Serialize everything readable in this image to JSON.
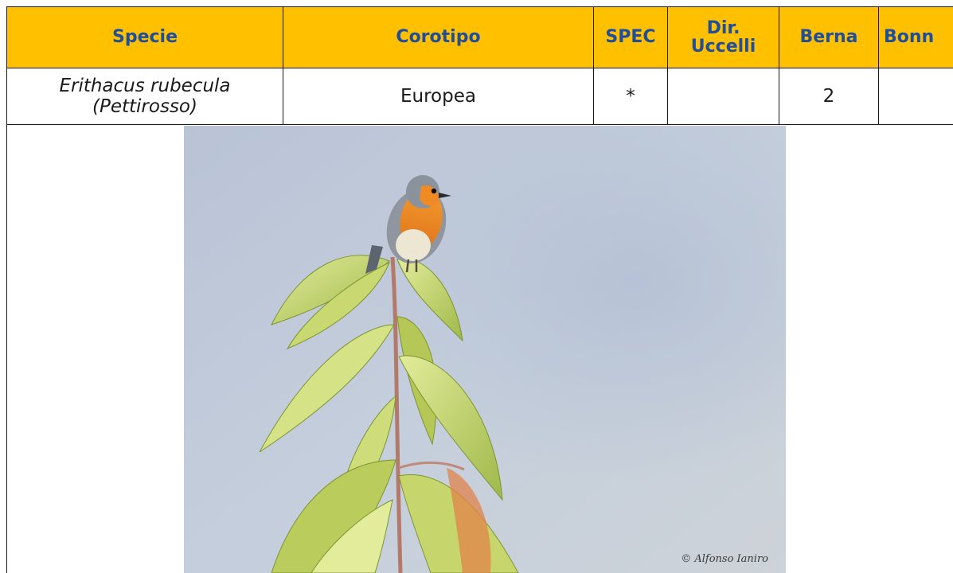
{
  "table": {
    "headers": {
      "specie": "Specie",
      "corotipo": "Corotipo",
      "spec": "SPEC",
      "dir_uccelli_line1": "Dir.",
      "dir_uccelli_line2": "Uccelli",
      "berna": "Berna",
      "bonn": "Bonn"
    },
    "row": {
      "scientific_name": "Erithacus rubecula",
      "common_name": "(Pettirosso)",
      "corotipo": "Europea",
      "spec": "*",
      "dir_uccelli": "",
      "berna": "2",
      "bonn": ""
    }
  },
  "photo": {
    "subject": "robin perched on leafy twig against sky",
    "credit": "© Alfonso Ianiro"
  },
  "colors": {
    "header_bg": "#ffc000",
    "header_text": "#1f4e9e",
    "border": "#1a1a1a"
  }
}
